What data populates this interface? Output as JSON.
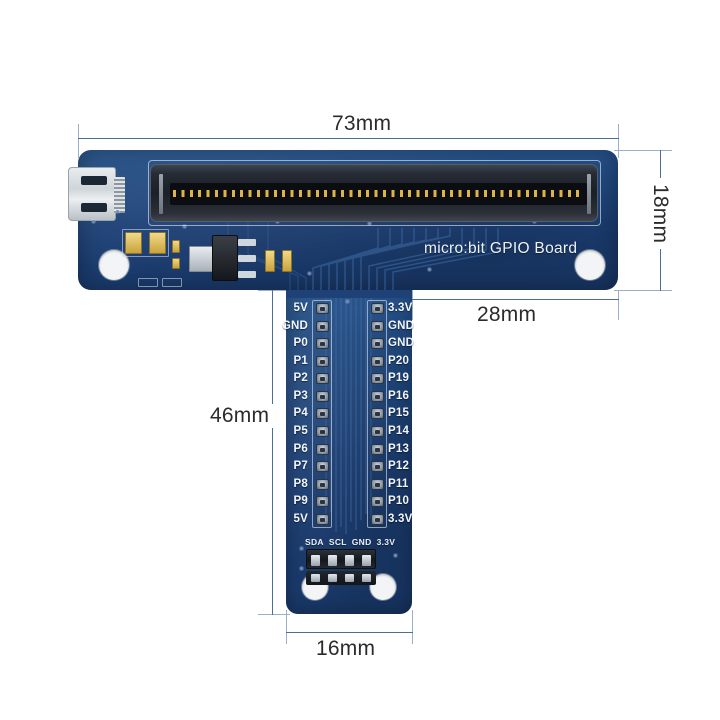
{
  "board": {
    "silk_text": "micro:bit GPIO Board",
    "pcb_color": "#1d4076",
    "connector_color": "#1b1f27",
    "contact_color": "#e0b34a"
  },
  "dimensions": {
    "overall_width": "73mm",
    "top_bar_height": "18mm",
    "right_segment_width": "28mm",
    "overall_height": "46mm",
    "stem_width": "16mm"
  },
  "pins": {
    "left_column": [
      "5V",
      "GND",
      "P0",
      "P1",
      "P2",
      "P3",
      "P4",
      "P5",
      "P6",
      "P7",
      "P8",
      "P9",
      "5V"
    ],
    "right_column": [
      "3.3V",
      "GND",
      "GND",
      "P20",
      "P19",
      "P16",
      "P15",
      "P14",
      "P13",
      "P12",
      "P11",
      "P10",
      "3.3V"
    ]
  },
  "i2c_header": {
    "labels": [
      "SDA",
      "SCL",
      "GND",
      "3.3V"
    ]
  },
  "icons": {
    "usb": "micro-usb-port-icon",
    "edge_connector": "edge-connector-icon",
    "mounting_hole": "mounting-hole-icon"
  }
}
